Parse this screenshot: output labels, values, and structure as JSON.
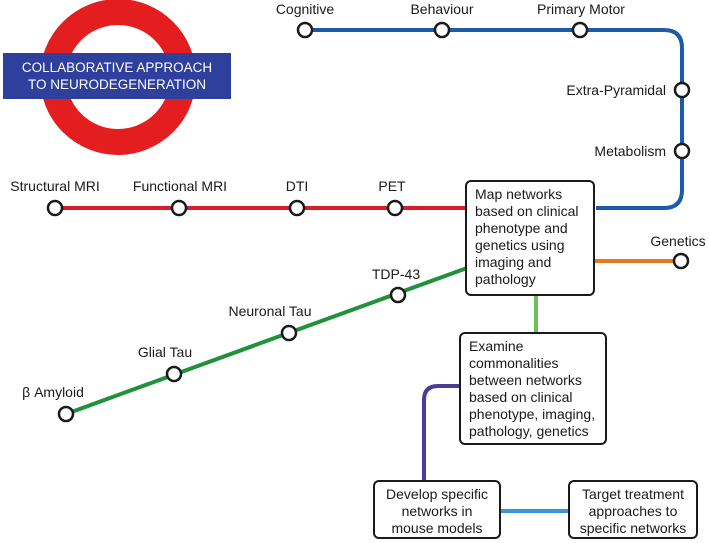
{
  "logo": {
    "line1": "COLLABORATIVE APPROACH",
    "line2": "TO NEURODEGENERATION",
    "ring_color": "#e41e1e",
    "bar_color": "#2e3f9c"
  },
  "line_colors": {
    "blue": "#1d5aa8",
    "red": "#d4202a",
    "green": "#22913a",
    "orange": "#e37a1f",
    "light_green": "#6cbf5a",
    "purple": "#4d3c96",
    "light_blue": "#3d95d6"
  },
  "stations": {
    "cognitive": "Cognitive",
    "behaviour": "Behaviour",
    "primary_motor": "Primary Motor",
    "extra_pyramidal": "Extra-Pyramidal",
    "metabolism": "Metabolism",
    "structural_mri": "Structural MRI",
    "functional_mri": "Functional MRI",
    "dti": "DTI",
    "pet": "PET",
    "genetics": "Genetics",
    "tdp43": "TDP-43",
    "neuronal_tau": "Neuronal Tau",
    "glial_tau": "Glial Tau",
    "beta_amyloid": "β Amyloid"
  },
  "boxes": {
    "map_networks": "Map networks based on clinical phenotype and genetics using imaging and pathology",
    "examine": "Examine commonalities between networks based on clinical phenotype, imaging, pathology, genetics",
    "mouse_models": "Develop specific networks in mouse models",
    "target_treatment": "Target treatment approaches to specific networks"
  }
}
